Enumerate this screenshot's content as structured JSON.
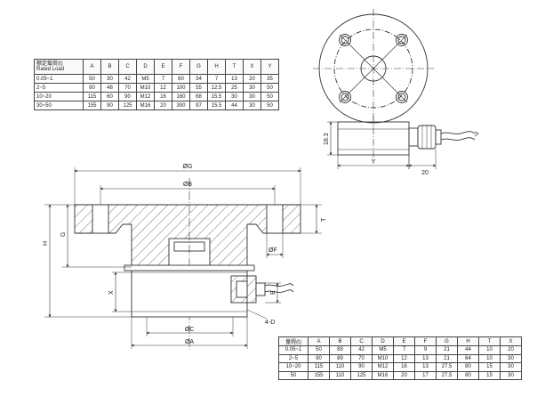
{
  "table_top": {
    "header_cn": "额定载荷(t)",
    "header_en": "Rated Load",
    "columns": [
      "A",
      "B",
      "C",
      "D",
      "E",
      "F",
      "G",
      "H",
      "T",
      "X",
      "Y"
    ],
    "rows": [
      [
        "0.05~1",
        "50",
        "30",
        "42",
        "M5",
        "7",
        "60",
        "34",
        "7",
        "13",
        "20",
        "35"
      ],
      [
        "2~5",
        "90",
        "48",
        "70",
        "M10",
        "12",
        "100",
        "55",
        "12.5",
        "25",
        "30",
        "50"
      ],
      [
        "10~20",
        "115",
        "60",
        "90",
        "M12",
        "16",
        "160",
        "68",
        "15.5",
        "30",
        "30",
        "50"
      ],
      [
        "30~50",
        "155",
        "90",
        "125",
        "M16",
        "20",
        "300",
        "97",
        "15.5",
        "44",
        "30",
        "50"
      ]
    ]
  },
  "table_bottom": {
    "header": "量程(t)",
    "columns": [
      "A",
      "B",
      "C",
      "D",
      "E",
      "F",
      "G",
      "H",
      "T",
      "X"
    ],
    "rows": [
      [
        "0.05~1",
        "50",
        "89",
        "42",
        "M5",
        "7",
        "9",
        "21",
        "44",
        "10",
        "20"
      ],
      [
        "2~5",
        "90",
        "89",
        "70",
        "M10",
        "12",
        "13",
        "21",
        "64",
        "10",
        "30"
      ],
      [
        "10~20",
        "115",
        "110",
        "90",
        "M12",
        "16",
        "13",
        "27.5",
        "80",
        "15",
        "30"
      ],
      [
        "50",
        "155",
        "110",
        "125",
        "M16",
        "20",
        "17",
        "27.5",
        "80",
        "15",
        "30"
      ]
    ]
  },
  "top_view": {
    "height_label": "18.3",
    "cable_label": "20",
    "y_label": "Y"
  },
  "section_view": {
    "dia_g": "ØG",
    "dia_b": "ØB",
    "dia_c": "ØC",
    "dia_a": "ØA",
    "dia_f": "ØF",
    "label_h": "H",
    "label_g": "G",
    "label_x": "X",
    "label_t": "T",
    "label_e": "E",
    "label_hole": "4-D"
  }
}
